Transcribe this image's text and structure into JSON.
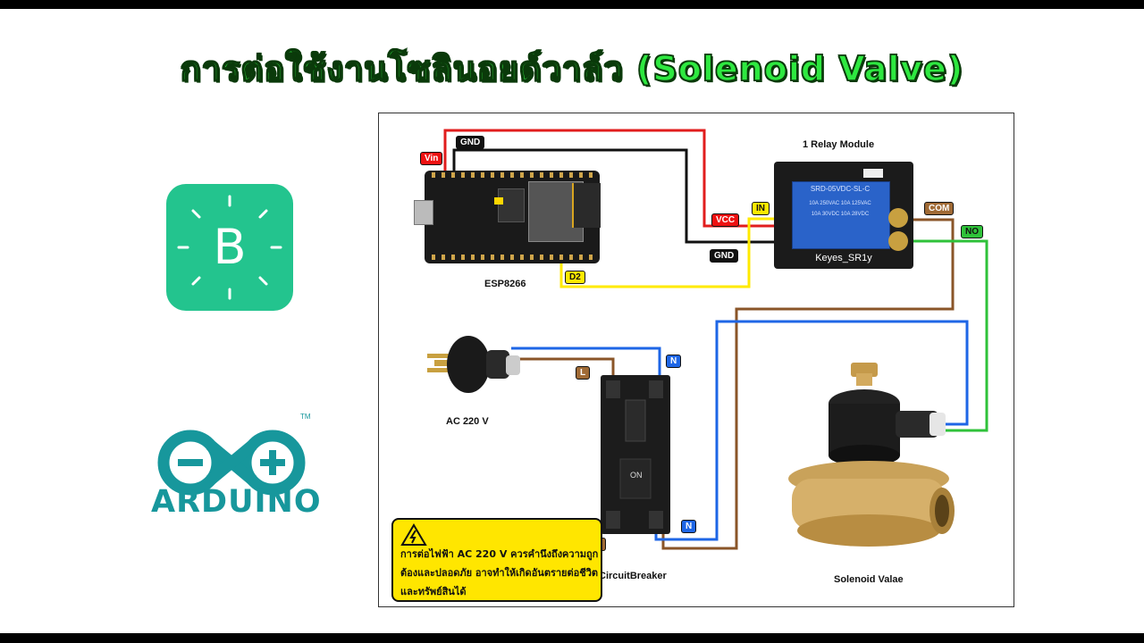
{
  "title": "การต่อใช้งานโซลินอยด์วาล์ว (Solenoid Valve)",
  "logos": {
    "blynk_letter": "B",
    "arduino_text": "ARDUINO",
    "arduino_tm": "TM"
  },
  "diagram": {
    "relay_title": "1 Relay Module",
    "relay_brand": "Keyes_SR1y",
    "relay_spec_1": "SRD-05VDC-SL-C",
    "relay_spec_2": "10A 250VAC 10A 125VAC",
    "relay_spec_3": "10A 30VDC 10A 28VDC",
    "esp_label": "ESP8266",
    "plug_label": "AC 220 V",
    "breaker_label": "CircuitBreaker",
    "breaker_on": "ON",
    "valve_label": "Solenoid Valae",
    "tags": {
      "vin": "Vin",
      "gnd_top": "GND",
      "vcc": "VCC",
      "gnd_relay": "GND",
      "in": "IN",
      "d2": "D2",
      "com": "COM",
      "no": "NO",
      "l_top": "L",
      "n_top": "N",
      "n_bottom": "N",
      "l_bottom": "L"
    },
    "warning_text": "การต่อไฟฟ้า AC 220 V ควรคำนึงถึงความถูกต้องและปลอดภัย อาจทำให้เกิดอันตรายต่อชีวิตและทรัพย์สินได้"
  },
  "colors": {
    "title_green": "#2ee840",
    "blynk_green": "#23c48e",
    "arduino_teal": "#17979c",
    "wire_red": "#e11d1d",
    "wire_black": "#111111",
    "wire_yellow": "#ffea00",
    "wire_brown": "#8a5528",
    "wire_blue": "#1e66e6",
    "wire_green": "#2fc23a"
  },
  "icons": [
    "blynk-logo-icon",
    "arduino-logo-icon",
    "warning-triangle-icon",
    "power-plug-icon",
    "solenoid-valve-icon",
    "circuit-breaker-icon",
    "esp8266-board-icon",
    "relay-module-icon"
  ]
}
